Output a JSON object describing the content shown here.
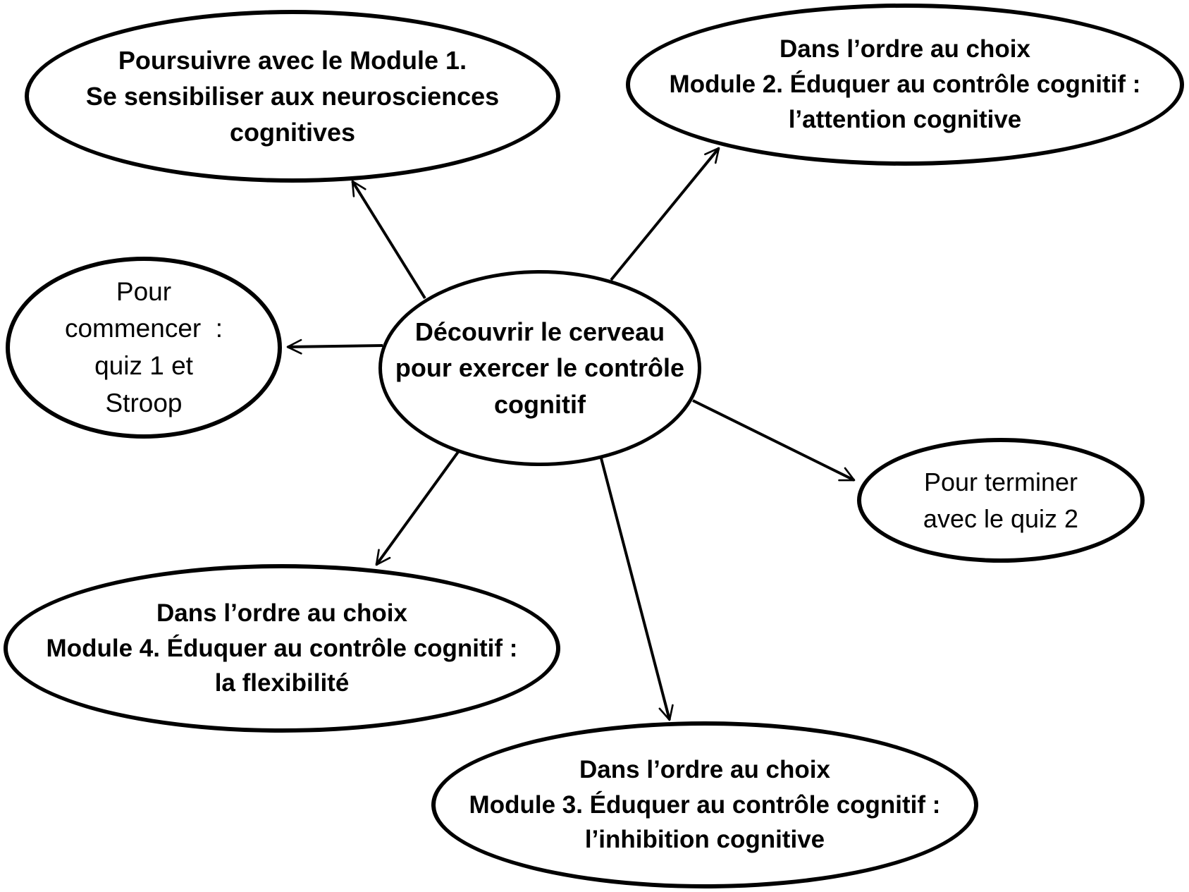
{
  "colors": {
    "ink": "#000000",
    "background": "#ffffff"
  },
  "nodes": {
    "center": {
      "lines": [
        "Découvrir le cerveau",
        "pour exercer le contrôle",
        "cognitif"
      ]
    },
    "module1": {
      "lines": [
        "Poursuivre avec le Module 1.",
        "Se sensibiliser aux neurosciences",
        "cognitives"
      ]
    },
    "module2": {
      "lines": [
        "Dans l’ordre au choix",
        "Module 2. Éduquer au contrôle cognitif :",
        "l’attention cognitive"
      ]
    },
    "module3": {
      "lines": [
        "Dans l’ordre au choix",
        "Module 3. Éduquer au contrôle cognitif :",
        "l’inhibition cognitive"
      ]
    },
    "module4": {
      "lines": [
        "Dans l’ordre au choix",
        "Module 4. Éduquer au contrôle cognitif :",
        "la flexibilité"
      ]
    },
    "quiz_start": {
      "lines": [
        "Pour",
        "commencer  :",
        "quiz 1 et",
        "Stroop"
      ]
    },
    "quiz_end": {
      "lines": [
        "Pour terminer",
        "avec le quiz 2"
      ]
    }
  }
}
